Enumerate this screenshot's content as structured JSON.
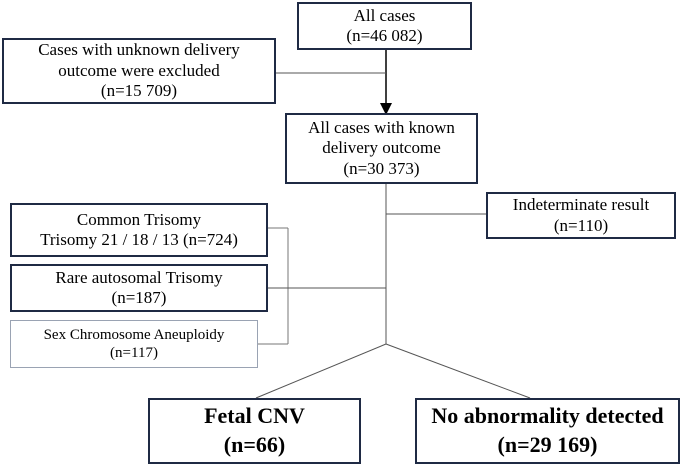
{
  "nodes": {
    "all_cases": {
      "line1": "All cases",
      "line2": "(n=46 082)"
    },
    "excluded": {
      "line1": "Cases with unknown delivery",
      "line2": "outcome were excluded",
      "line3": "(n=15 709)"
    },
    "known": {
      "line1": "All cases with known",
      "line2": "delivery outcome",
      "line3": "(n=30 373)"
    },
    "indeterminate": {
      "line1": "Indeterminate result",
      "line2": "(n=110)"
    },
    "common_trisomy": {
      "line1": "Common Trisomy",
      "line2": "Trisomy 21 / 18 / 13 (n=724)"
    },
    "rare_trisomy": {
      "line1": "Rare autosomal Trisomy",
      "line2": "(n=187)"
    },
    "sca": {
      "line1": "Sex Chromosome Aneuploidy",
      "line2": "(n=117)"
    },
    "fetal_cnv": {
      "line1": "Fetal CNV",
      "line2": "(n=66)"
    },
    "no_abnormality": {
      "line1": "No abnormality detected",
      "line2": "(n=29 169)"
    }
  },
  "colors": {
    "box_border": "#1f2a44",
    "connector": "#555555",
    "thin_border": "#9aa3b3"
  }
}
